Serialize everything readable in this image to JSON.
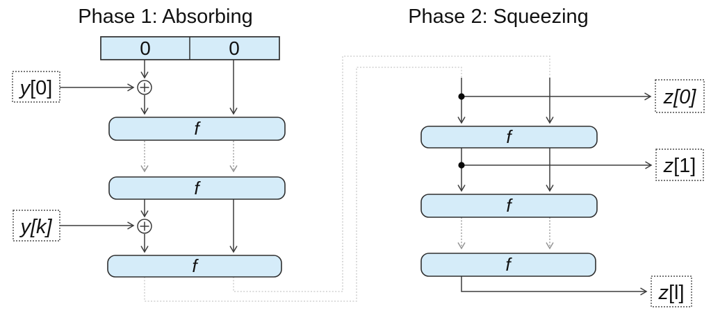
{
  "diagram": {
    "phase1": {
      "title": "Phase 1: Absorbing",
      "initial_state_cells": [
        "0",
        "0"
      ],
      "inputs": [
        {
          "var": "y",
          "index": "[0]",
          "index_italic": false
        },
        {
          "var": "y",
          "index": "[k]",
          "index_italic": true
        }
      ]
    },
    "phase2": {
      "title": "Phase 2: Squeezing",
      "outputs": [
        {
          "var": "z",
          "index": "[0]",
          "index_italic": true
        },
        {
          "var": "z",
          "index": "[1]",
          "index_italic": false
        },
        {
          "var": "z",
          "index": "[l]",
          "index_italic": false
        }
      ]
    },
    "round_function_label": "f",
    "colors": {
      "box_fill": "#d5ecf9",
      "box_stroke": "#2e2e2e",
      "arrow_dark": "#3b3b3b",
      "arrow_gray": "#8f8f8f",
      "connector_gray": "#c7c7c7",
      "text": "#111111"
    }
  }
}
